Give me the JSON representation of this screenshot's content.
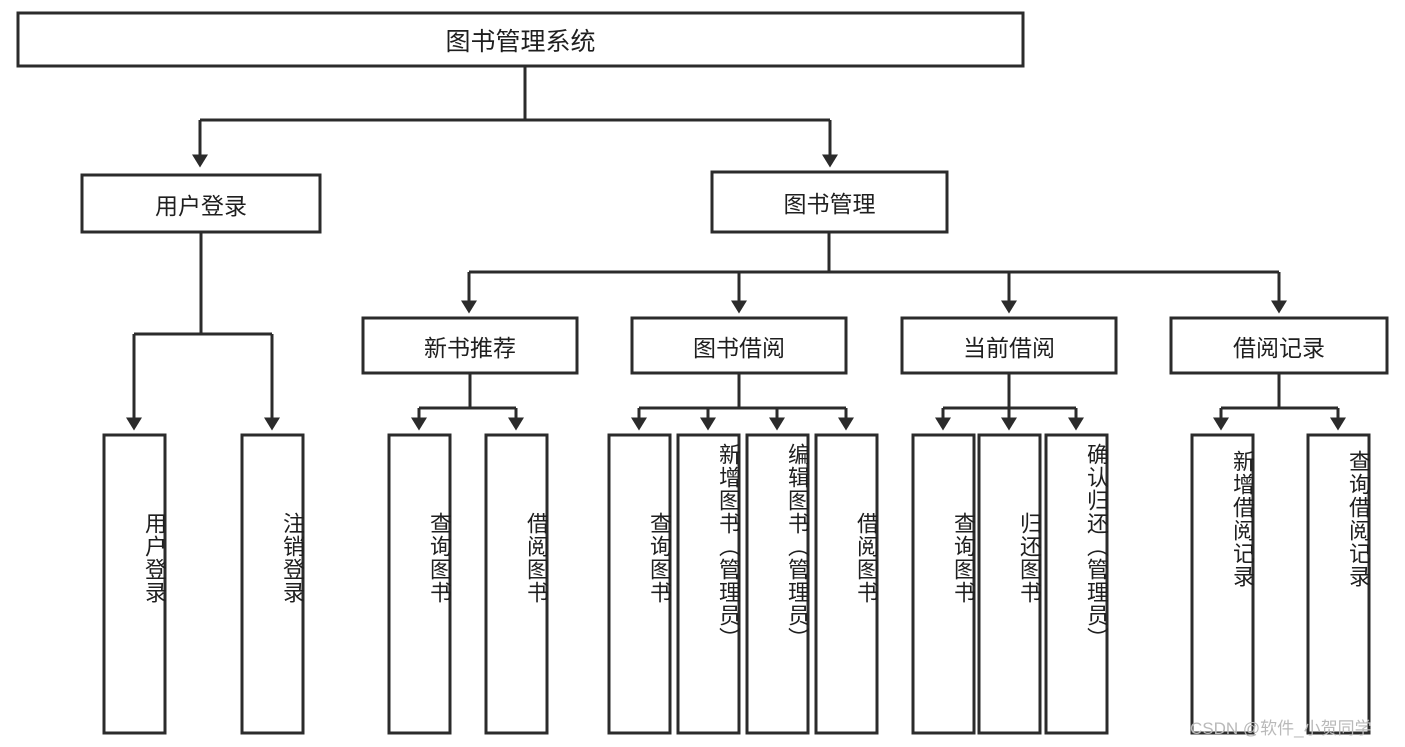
{
  "diagram": {
    "title": "图书管理系统",
    "type": "tree",
    "watermark": "CSDN @软件_小贺同学",
    "colors": {
      "box_stroke": "#2b2b2b",
      "box_fill": "#ffffff",
      "connector": "#2b2b2b",
      "text": "#1f1f1f",
      "watermark": "#b9b9b9",
      "background": "#ffffff"
    },
    "root": {
      "label": "图书管理系统"
    },
    "level2": [
      {
        "label": "用户登录"
      },
      {
        "label": "图书管理"
      }
    ],
    "level3": [
      {
        "label": "新书推荐"
      },
      {
        "label": "图书借阅"
      },
      {
        "label": "当前借阅"
      },
      {
        "label": "借阅记录"
      }
    ],
    "leaves": {
      "user_login": [
        "用户登录",
        "注销登录"
      ],
      "new_book_recommend": [
        "查询图书",
        "借阅图书"
      ],
      "book_borrow": [
        "查询图书",
        "新增图书（管理员）",
        "编辑图书（管理员）",
        "借阅图书"
      ],
      "current_borrow": [
        "查询图书",
        "归还图书",
        "确认归还（管理员）"
      ],
      "borrow_record": [
        "新增借阅记录",
        "查询借阅记录"
      ]
    }
  }
}
